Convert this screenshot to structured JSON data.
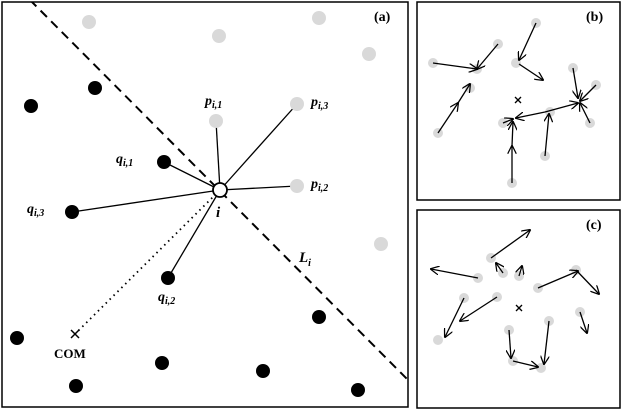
{
  "panels": {
    "a": {
      "label": "(a)"
    },
    "b": {
      "label": "(b)"
    },
    "c": {
      "label": "(c)"
    }
  },
  "labels": {
    "p1": {
      "base": "p",
      "sub": "i,1"
    },
    "p2": {
      "base": "p",
      "sub": "i,2"
    },
    "p3": {
      "base": "p",
      "sub": "i,3"
    },
    "q1": {
      "base": "q",
      "sub": "i,1"
    },
    "q2": {
      "base": "q",
      "sub": "i,2"
    },
    "q3": {
      "base": "q",
      "sub": "i,3"
    },
    "i": "i",
    "line": {
      "base": "L",
      "sub": "i"
    },
    "com": "COM"
  },
  "colors": {
    "black_particle": "#000000",
    "gray_particle": "#d9d9d9",
    "frame": "#000000"
  }
}
